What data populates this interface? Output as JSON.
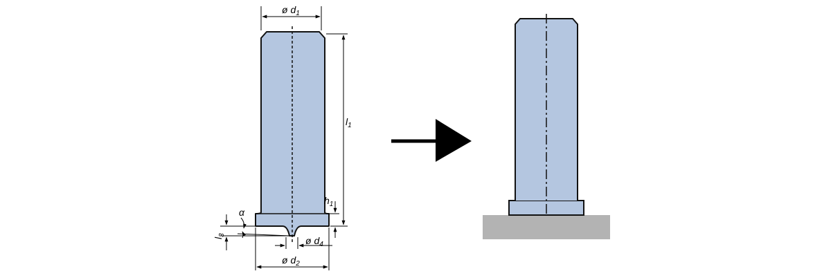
{
  "colors": {
    "stud_fill": "#b4c6e0",
    "outline": "#111111",
    "base_plate": "#b3b3b3",
    "arrow": "#000000"
  },
  "labels": {
    "d1_sym": "ø d",
    "d1_sub": "1",
    "l1_sym": "l",
    "l1_sub": "1",
    "h1_sym": "h",
    "h1_sub": "1",
    "alpha": "α",
    "l3_sym": "l",
    "l3_sub": "3",
    "d4_sym": "ø d",
    "d4_sub": "4",
    "d2_sym": "ø d",
    "d2_sub": "2"
  },
  "icons": {
    "process_arrow": "right-arrow-icon"
  }
}
